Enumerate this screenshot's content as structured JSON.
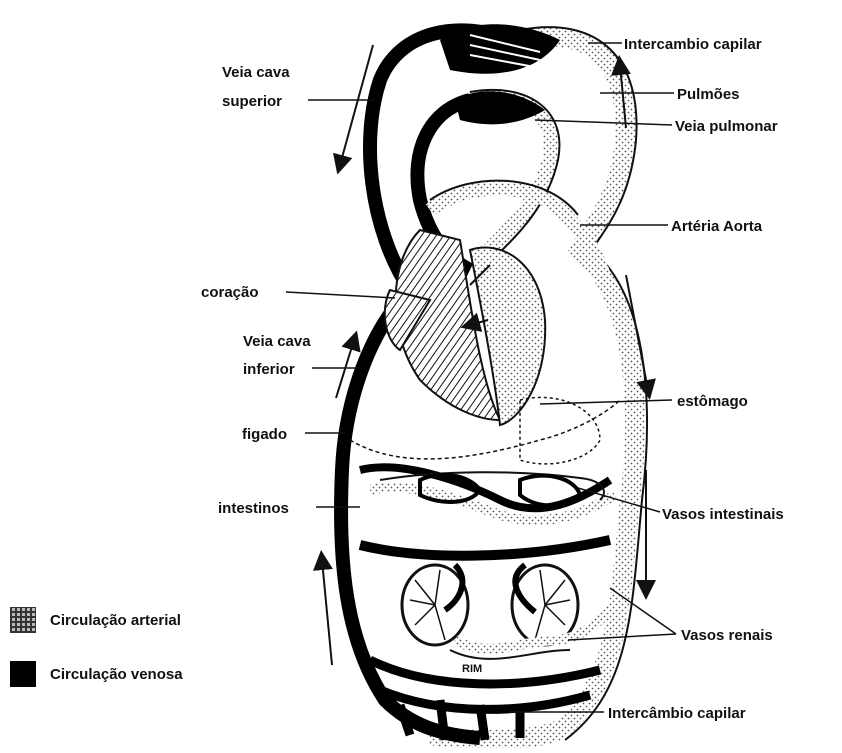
{
  "labels": {
    "intercambio_capilar_top": "Intercambio capilar",
    "veia_cava_superior_1": "Veia cava",
    "veia_cava_superior_2": "superior",
    "pulmoes": "Pulmões",
    "veia_pulmonar": "Veia pulmonar",
    "arteria_aorta": "Artéria Aorta",
    "coracao": "coração",
    "veia_cava_inferior_1": "Veia cava",
    "veia_cava_inferior_2": "inferior",
    "estomago": "estômago",
    "figado": "figado",
    "intestinos": "intestinos",
    "vasos_intestinais": "Vasos intestinais",
    "vasos_renais": "Vasos renais",
    "intercambio_capilar_bottom": "Intercâmbio capilar",
    "rim": "RIM"
  },
  "legend": {
    "arterial": "Circulação arterial",
    "venosa": "Circulação venosa"
  },
  "colors": {
    "ink": "#000000",
    "arterial_fill": "#bdbdbd",
    "background": "#ffffff"
  }
}
